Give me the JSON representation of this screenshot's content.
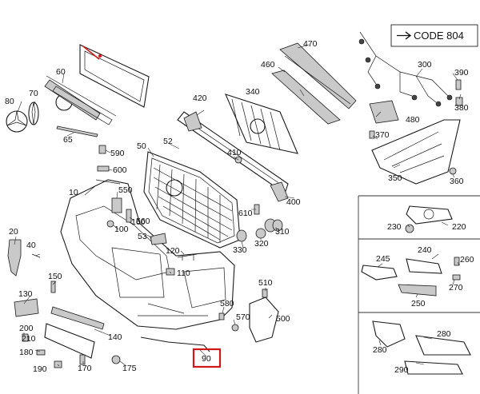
{
  "code_label": "CODE 804",
  "highlight_color": "#d01818",
  "callouts": [
    "10",
    "20",
    "40",
    "50",
    "52",
    "53",
    "60",
    "65",
    "70",
    "80",
    "90",
    "100",
    "110",
    "120",
    "130",
    "140",
    "150",
    "160",
    "170",
    "175",
    "180",
    "190",
    "200",
    "210",
    "220",
    "230",
    "240",
    "245",
    "250",
    "260",
    "270",
    "280",
    "290",
    "300",
    "310",
    "320",
    "330",
    "340",
    "350",
    "360",
    "370",
    "380",
    "390",
    "400",
    "410",
    "420",
    "460",
    "470",
    "480",
    "500",
    "510",
    "550",
    "560",
    "570",
    "580",
    "590",
    "600",
    "610"
  ],
  "highlighted_callout": "90"
}
